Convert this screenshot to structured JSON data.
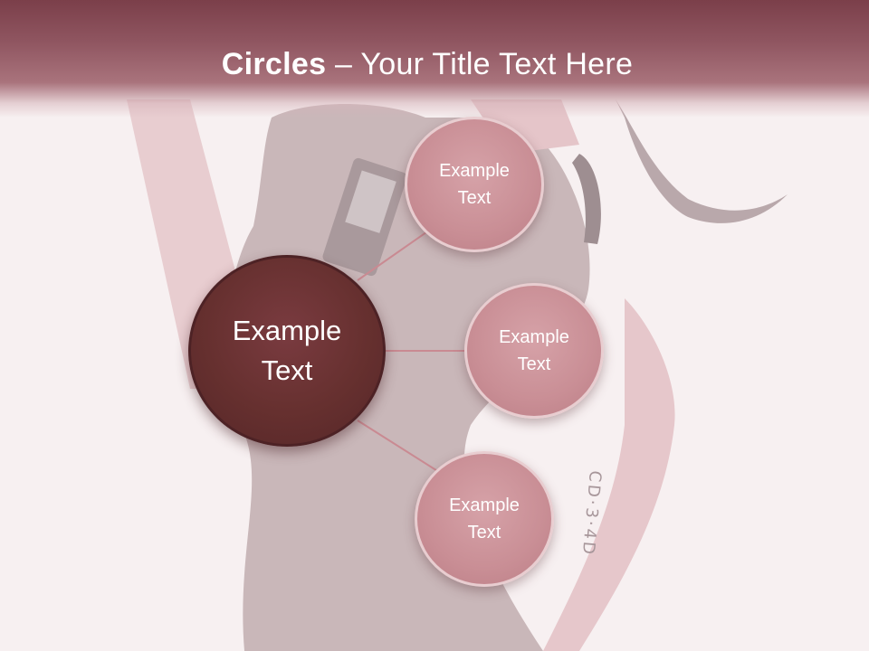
{
  "title": {
    "bold": "Circles",
    "rest": " – Your Title Text Here"
  },
  "diagram": {
    "center": {
      "label": "Example\nText"
    },
    "satellites": [
      {
        "label": "Example\nText"
      },
      {
        "label": "Example\nText"
      },
      {
        "label": "Example\nText"
      }
    ]
  },
  "colors": {
    "title_band": "#8f5560",
    "center_fill": "#66302f",
    "satellite_fill": "#c98e95",
    "connector": "#c98a92",
    "background": "#f7f0f1"
  },
  "background_image": {
    "subject": "woman in black dress holding a phone with headphones, pink tinted photo",
    "tattoo_text": "CD·3·4D"
  }
}
